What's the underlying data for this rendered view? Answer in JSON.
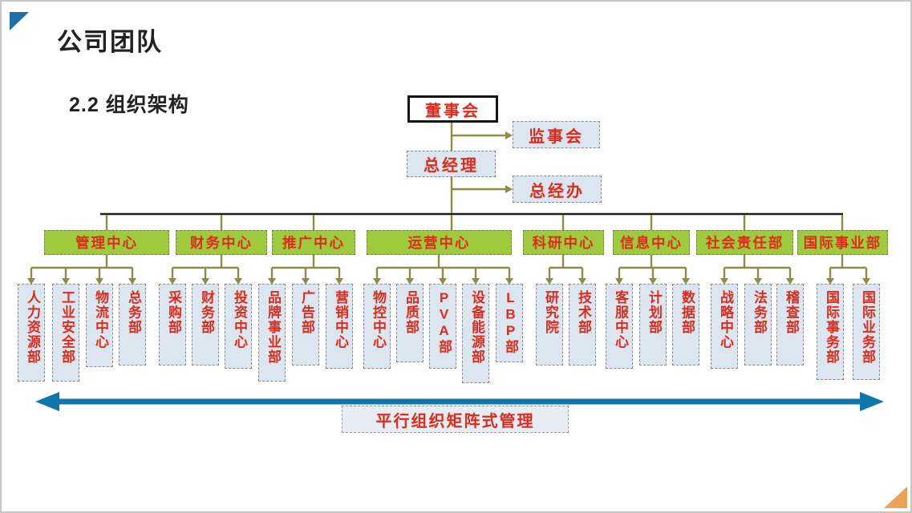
{
  "slide": {
    "title": "公司团队",
    "section": "2.2  组织架构",
    "footer_axis_label": "平行组织矩阵式管理"
  },
  "org": {
    "board": "董事会",
    "supervisory_board": "监事会",
    "general_manager": "总经理",
    "gm_office": "总经办",
    "centers": [
      {
        "label": "管理中心",
        "departments": [
          "人力资源部",
          "工业安全部",
          "物流中心",
          "总务部"
        ]
      },
      {
        "label": "财务中心",
        "departments": [
          "采购部",
          "财务部",
          "投资中心"
        ]
      },
      {
        "label": "推广中心",
        "departments": [
          "品牌事业部",
          "广告部",
          "营销中心"
        ]
      },
      {
        "label": "运营中心",
        "departments": [
          "物控中心",
          "品质部",
          "PVA部",
          "设备能源部",
          "LBP部"
        ]
      },
      {
        "label": "科研中心",
        "departments": [
          "研究院",
          "技术部"
        ]
      },
      {
        "label": "信息中心",
        "departments": [
          "客服中心",
          "计划部",
          "数据部"
        ]
      },
      {
        "label": "社会责任部",
        "departments": [
          "战略中心",
          "法务部",
          "稽查部"
        ]
      },
      {
        "label": "国际事业部",
        "departments": [
          "国际事务部",
          "国际业务部"
        ]
      }
    ]
  },
  "colors": {
    "center_box_green": "#9fca3d",
    "department_box_blue": "#dce6f0",
    "text_red": "#dd2b1c",
    "connector_olive": "#8d8d4a",
    "distribution_line_black": "#1d1d1d",
    "axis_arrow_blue": "#0e76a8",
    "corner_triangle_blue": "#1e6fa9",
    "corner_triangle_orange": "#e9a355"
  }
}
